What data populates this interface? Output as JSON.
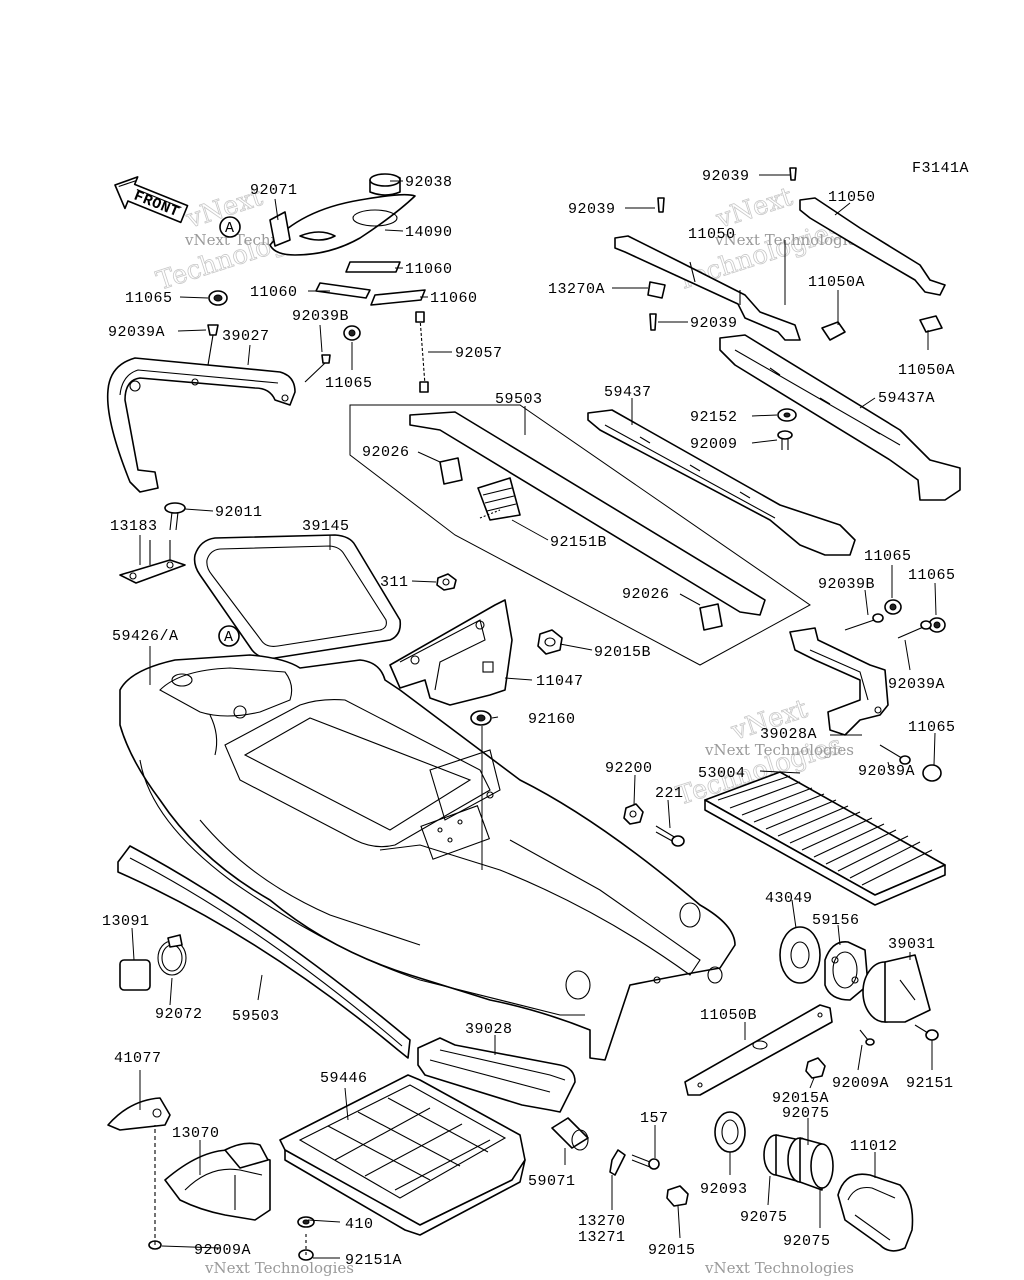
{
  "figure_code": "F3141A",
  "front_label": "FRONT",
  "ref_marks": [
    "A",
    "A"
  ],
  "watermark": {
    "line1": "vNext",
    "line2": "Technologies",
    "small": "vNext Technologies"
  },
  "part_labels": [
    "92071",
    "92038",
    "14090",
    "11060",
    "11060",
    "11060",
    "11065",
    "92039A",
    "39027",
    "92039B",
    "11065",
    "92057",
    "92011",
    "13183",
    "39145",
    "311",
    "59426/A",
    "92026",
    "92151B",
    "59503",
    "92026",
    "92015B",
    "11047",
    "92160",
    "92039",
    "92039",
    "11050",
    "11050",
    "13270A",
    "11050A",
    "92039",
    "11050A",
    "59437",
    "59437A",
    "92152",
    "92009",
    "11065",
    "92039B",
    "11065",
    "92039A",
    "39028A",
    "11065",
    "92039A",
    "92200",
    "221",
    "53004",
    "13091",
    "92072",
    "59503",
    "43049",
    "59156",
    "39031",
    "92009A",
    "92151",
    "11050B",
    "92015A",
    "92075",
    "41077",
    "13070",
    "92009A",
    "59446",
    "410",
    "92151A",
    "39028",
    "59071",
    "157",
    "13270",
    "13271",
    "92015",
    "92093",
    "92075",
    "11012",
    "92075"
  ]
}
